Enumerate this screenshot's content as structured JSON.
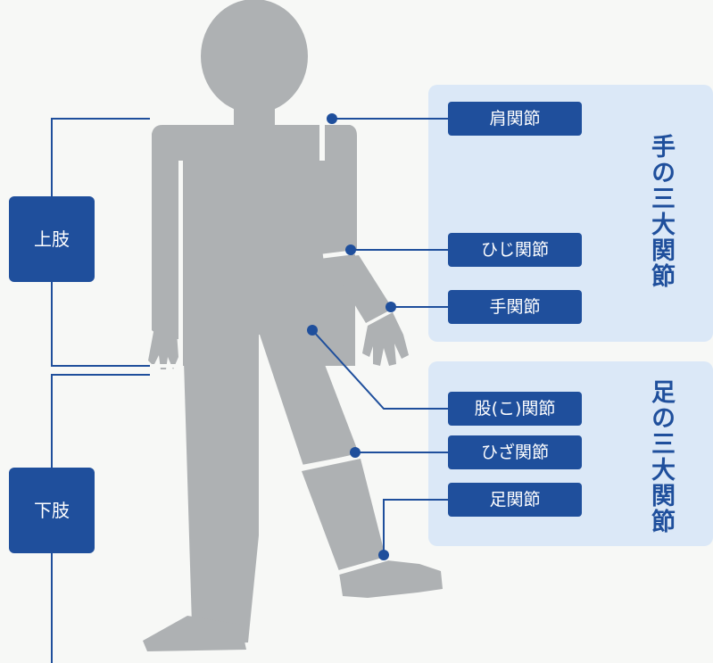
{
  "groups": {
    "upper_title": "手の三大関節",
    "lower_title": "足の三大関節"
  },
  "joints": {
    "shoulder": "肩関節",
    "elbow": "ひじ関節",
    "wrist": "手関節",
    "hip": "股(こ)関節",
    "knee": "ひざ関節",
    "ankle": "足関節"
  },
  "limbs": {
    "upper": "上肢",
    "lower": "下肢"
  },
  "colors": {
    "navy": "#1f4f9c",
    "panel": "#dbe8f7",
    "body": "#aeb1b3",
    "line": "#1f4f9c"
  }
}
